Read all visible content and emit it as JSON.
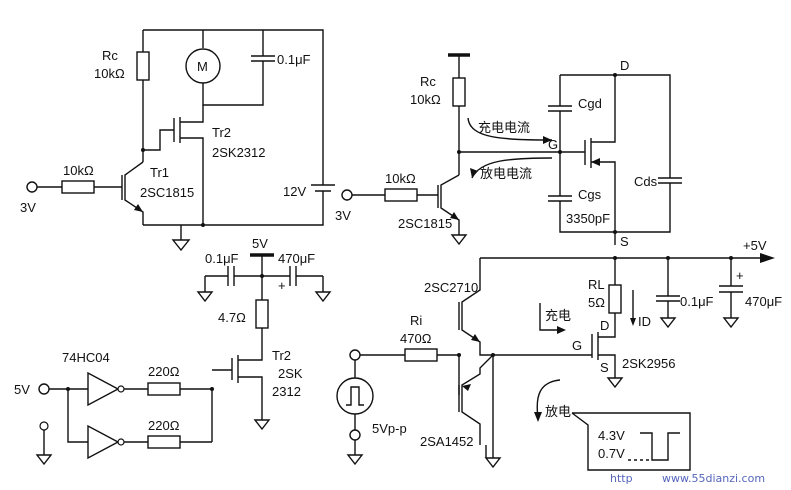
{
  "circuit1": {
    "rc_label": "Rc",
    "rc_value": "10kΩ",
    "motor_label": "M",
    "cap_value": "0.1μF",
    "tr2_label": "Tr2",
    "tr2_part": "2SK2312",
    "tr1_label": "Tr1",
    "tr1_part": "2SC1815",
    "rb_value": "10kΩ",
    "input_voltage": "3V",
    "supply_voltage": "12V"
  },
  "circuit2": {
    "rc_label": "Rc",
    "rc_value": "10kΩ",
    "charge_current": "充电电流",
    "discharge_current": "放电电流",
    "gate_label": "G",
    "drain_label": "D",
    "source_label": "S",
    "cgd_label": "Cgd",
    "cgs_label": "Cgs",
    "cgs_value": "3350pF",
    "cds_label": "Cds",
    "rb_value": "10kΩ",
    "input_voltage": "3V",
    "transistor_part": "2SC1815"
  },
  "circuit3": {
    "vcc_label": "5V",
    "cap_small": "0.1μF",
    "cap_large": "470μF",
    "plus_sign": "+",
    "r_value": "4.7Ω",
    "tr2_label": "Tr2",
    "tr2_part_a": "2SK",
    "tr2_part_b": "2312",
    "ic_label": "74HC04",
    "r1_value": "220Ω",
    "r2_value": "220Ω",
    "input_voltage": "5V"
  },
  "circuit4": {
    "supply_label": "+5V",
    "cap_small": "0.1μF",
    "cap_large": "470μF",
    "plus_sign": "+",
    "rl_label": "RL",
    "rl_value": "5Ω",
    "drain_label": "D",
    "id_label": "ID",
    "npn_part": "2SC2710",
    "pnp_part": "2SA1452",
    "ri_label": "Ri",
    "ri_value": "470Ω",
    "source_amplitude": "5Vp-p",
    "charge_label": "充电",
    "discharge_label": "放电",
    "gate_label": "G",
    "source_label": "S",
    "mosfet_part": "2SK2956",
    "level_high": "4.3V",
    "level_low": "0.7V"
  },
  "watermark": {
    "prefix": "http",
    "site": "www.55dianzi.com"
  }
}
